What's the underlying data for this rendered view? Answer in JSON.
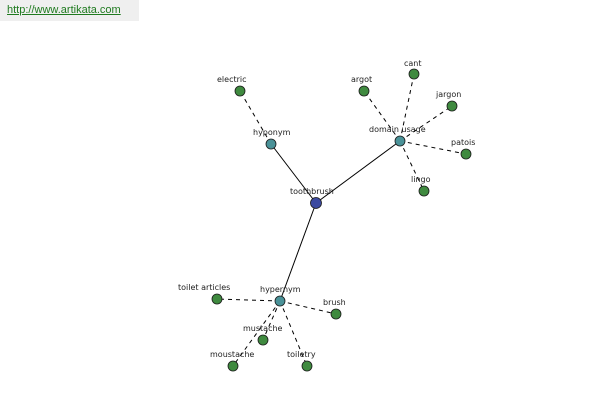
{
  "header": {
    "url": "http://www.artikata.com"
  },
  "colors": {
    "center": "#3c4aa0",
    "relation": "#4a9298",
    "leaf": "#3f8a3f",
    "edge": "#000000",
    "url_text": "#1f7a1f",
    "url_background": "#efefef"
  },
  "graph": {
    "nodes": [
      {
        "id": "toothbrush",
        "label": "toothbrush",
        "kind": "center"
      },
      {
        "id": "hyponym",
        "label": "hyponym",
        "kind": "relation"
      },
      {
        "id": "domain-usage",
        "label": "domain usage",
        "kind": "relation"
      },
      {
        "id": "hypernym",
        "label": "hypernym",
        "kind": "relation"
      },
      {
        "id": "electric",
        "label": "electric",
        "kind": "leaf"
      },
      {
        "id": "argot",
        "label": "argot",
        "kind": "leaf"
      },
      {
        "id": "cant",
        "label": "cant",
        "kind": "leaf"
      },
      {
        "id": "jargon",
        "label": "jargon",
        "kind": "leaf"
      },
      {
        "id": "patois",
        "label": "patois",
        "kind": "leaf"
      },
      {
        "id": "lingo",
        "label": "lingo",
        "kind": "leaf"
      },
      {
        "id": "toilet-articles",
        "label": "toilet articles",
        "kind": "leaf"
      },
      {
        "id": "brush",
        "label": "brush",
        "kind": "leaf"
      },
      {
        "id": "mustache",
        "label": "mustache",
        "kind": "leaf"
      },
      {
        "id": "moustache",
        "label": "moustache",
        "kind": "leaf"
      },
      {
        "id": "toiletry",
        "label": "toiletry",
        "kind": "leaf"
      }
    ],
    "edges": [
      {
        "from": "toothbrush",
        "to": "hyponym",
        "style": "solid"
      },
      {
        "from": "toothbrush",
        "to": "domain-usage",
        "style": "solid"
      },
      {
        "from": "toothbrush",
        "to": "hypernym",
        "style": "solid"
      },
      {
        "from": "hyponym",
        "to": "electric",
        "style": "dashed"
      },
      {
        "from": "domain-usage",
        "to": "argot",
        "style": "dashed"
      },
      {
        "from": "domain-usage",
        "to": "cant",
        "style": "dashed"
      },
      {
        "from": "domain-usage",
        "to": "jargon",
        "style": "dashed"
      },
      {
        "from": "domain-usage",
        "to": "patois",
        "style": "dashed"
      },
      {
        "from": "domain-usage",
        "to": "lingo",
        "style": "dashed"
      },
      {
        "from": "hypernym",
        "to": "toilet-articles",
        "style": "dashed"
      },
      {
        "from": "hypernym",
        "to": "brush",
        "style": "dashed"
      },
      {
        "from": "hypernym",
        "to": "mustache",
        "style": "dashed"
      },
      {
        "from": "hypernym",
        "to": "moustache",
        "style": "dashed"
      },
      {
        "from": "hypernym",
        "to": "toiletry",
        "style": "dashed"
      }
    ]
  }
}
